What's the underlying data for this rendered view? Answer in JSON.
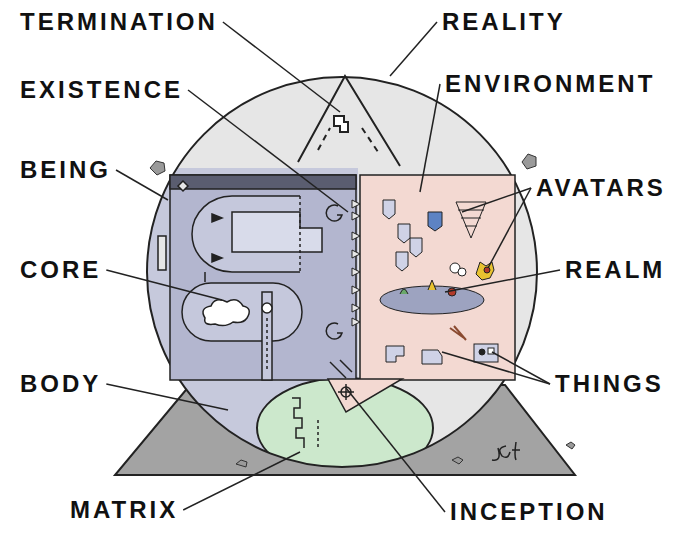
{
  "diagram": {
    "labels": [
      "TERMINATION",
      "REALITY",
      "EXISTENCE",
      "ENVIRONMENT",
      "BEING",
      "AVATARS",
      "CORE",
      "REALM",
      "BODY",
      "THINGS",
      "MATRIX",
      "INCEPTION"
    ]
  }
}
